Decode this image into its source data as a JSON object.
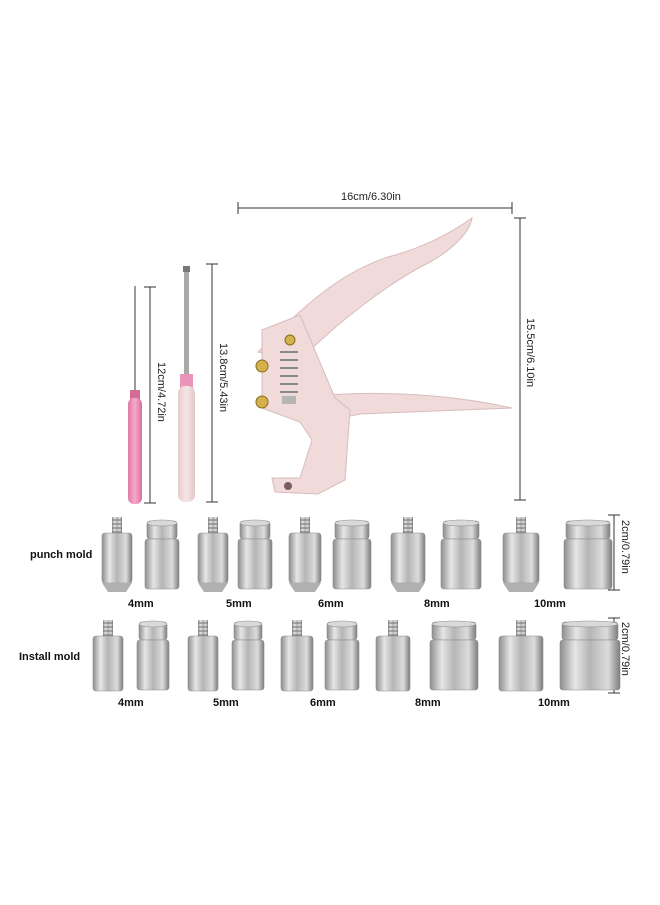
{
  "dimensions": {
    "plier_width": "16cm/6.30in",
    "plier_height": "15.5cm/6.10in",
    "awl_length": "12cm/4.72in",
    "screwdriver_length": "13.8cm/5.43in",
    "punch_mold_height": "2cm/0.79in",
    "install_mold_height": "2cm/0.79in"
  },
  "rows": {
    "punch_label": "punch mold",
    "install_label": "Install mold"
  },
  "sizes": [
    "4mm",
    "5mm",
    "6mm",
    "8mm",
    "10mm"
  ],
  "colors": {
    "plier": "#f1dada",
    "handle_pink": "#ee8fb6",
    "metal": "#c8c8c8"
  }
}
